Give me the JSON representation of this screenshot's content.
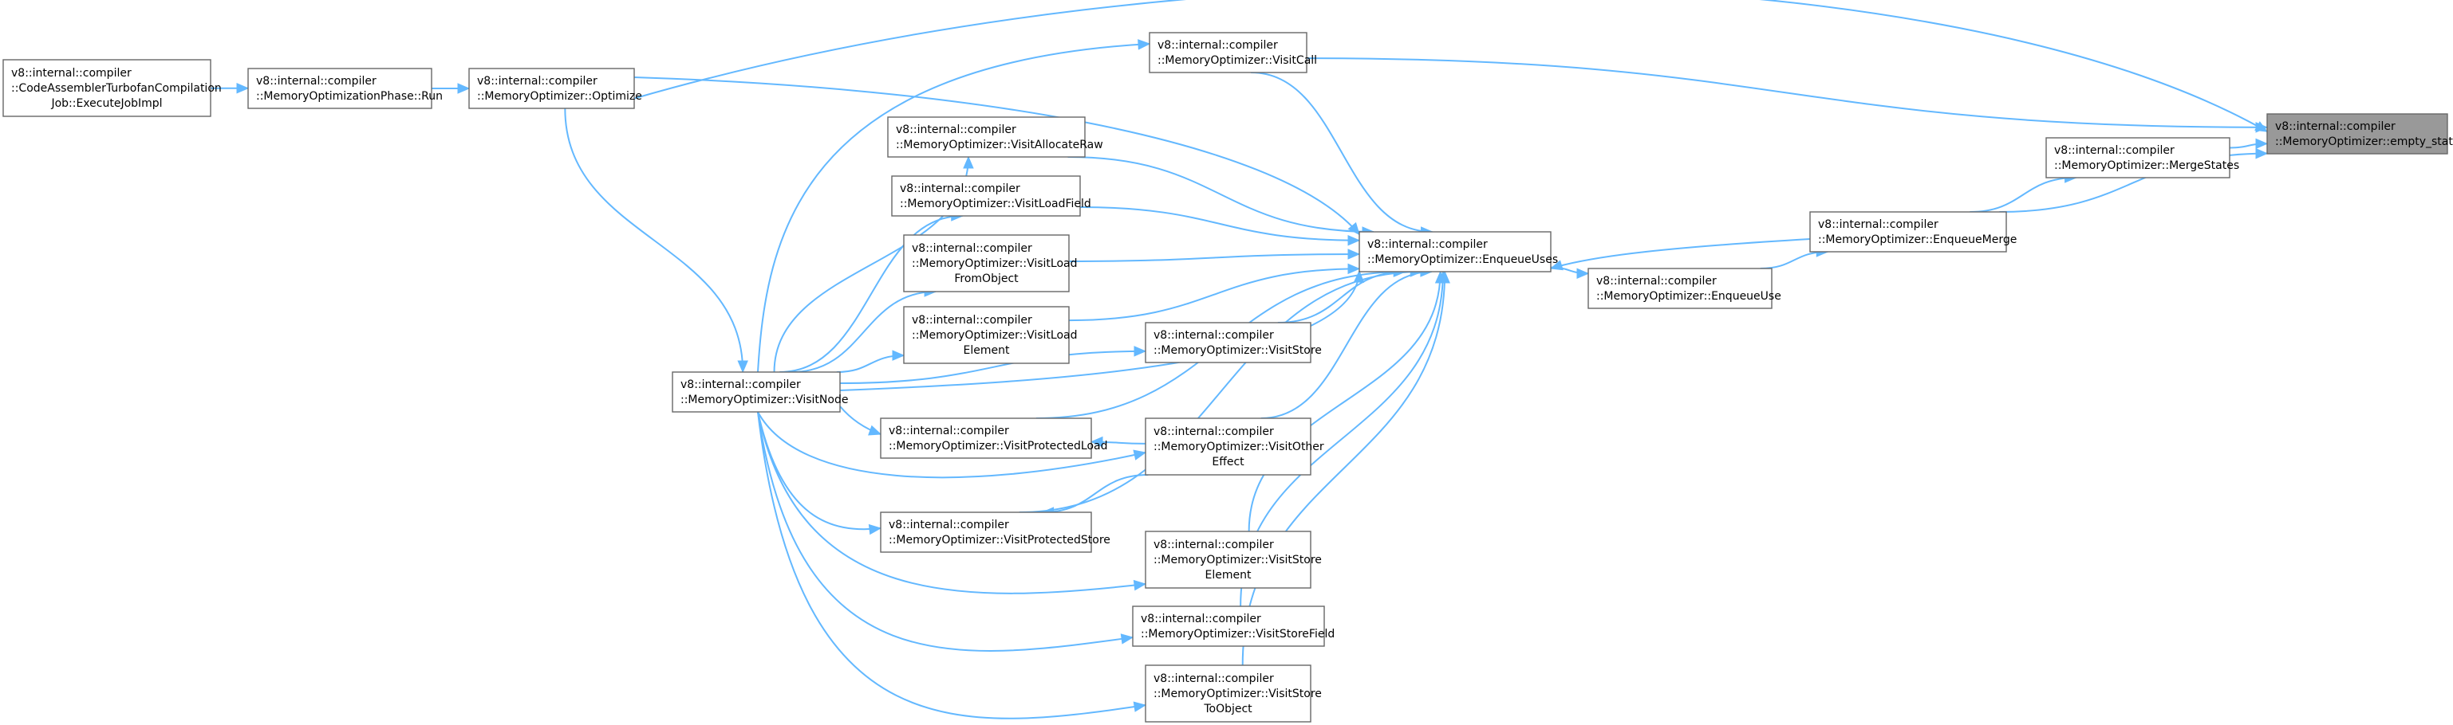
{
  "nodes": {
    "empty_state": {
      "lines": [
        "v8::internal::compiler",
        "::MemoryOptimizer::empty_state"
      ],
      "highlight": true
    },
    "visit_call": {
      "lines": [
        "v8::internal::compiler",
        "::MemoryOptimizer::VisitCall"
      ]
    },
    "merge_states": {
      "lines": [
        "v8::internal::compiler",
        "::MemoryOptimizer::MergeStates"
      ]
    },
    "enqueue_merge": {
      "lines": [
        "v8::internal::compiler",
        "::MemoryOptimizer::EnqueueMerge"
      ]
    },
    "enqueue_use": {
      "lines": [
        "v8::internal::compiler",
        "::MemoryOptimizer::EnqueueUse"
      ]
    },
    "enqueue_uses": {
      "lines": [
        "v8::internal::compiler",
        "::MemoryOptimizer::EnqueueUses"
      ]
    },
    "cat_job": {
      "lines": [
        "v8::internal::compiler",
        "::CodeAssemblerTurbofanCompilation",
        "Job::ExecuteJobImpl"
      ]
    },
    "phase_run": {
      "lines": [
        "v8::internal::compiler",
        "::MemoryOptimizationPhase::Run"
      ]
    },
    "optimize": {
      "lines": [
        "v8::internal::compiler",
        "::MemoryOptimizer::Optimize"
      ]
    },
    "visit_node": {
      "lines": [
        "v8::internal::compiler",
        "::MemoryOptimizer::VisitNode"
      ]
    },
    "visit_allocate_raw": {
      "lines": [
        "v8::internal::compiler",
        "::MemoryOptimizer::VisitAllocateRaw"
      ]
    },
    "visit_load_field": {
      "lines": [
        "v8::internal::compiler",
        "::MemoryOptimizer::VisitLoadField"
      ]
    },
    "visit_load_from_object": {
      "lines": [
        "v8::internal::compiler",
        "::MemoryOptimizer::VisitLoad",
        "FromObject"
      ]
    },
    "visit_load_element": {
      "lines": [
        "v8::internal::compiler",
        "::MemoryOptimizer::VisitLoad",
        "Element"
      ]
    },
    "visit_store": {
      "lines": [
        "v8::internal::compiler",
        "::MemoryOptimizer::VisitStore"
      ]
    },
    "visit_protected_load": {
      "lines": [
        "v8::internal::compiler",
        "::MemoryOptimizer::VisitProtectedLoad"
      ]
    },
    "visit_other_effect": {
      "lines": [
        "v8::internal::compiler",
        "::MemoryOptimizer::VisitOther",
        "Effect"
      ]
    },
    "visit_protected_store": {
      "lines": [
        "v8::internal::compiler",
        "::MemoryOptimizer::VisitProtectedStore"
      ]
    },
    "visit_store_element": {
      "lines": [
        "v8::internal::compiler",
        "::MemoryOptimizer::VisitStore",
        "Element"
      ]
    },
    "visit_store_field": {
      "lines": [
        "v8::internal::compiler",
        "::MemoryOptimizer::VisitStoreField"
      ]
    },
    "visit_store_to_object": {
      "lines": [
        "v8::internal::compiler",
        "::MemoryOptimizer::VisitStore",
        "ToObject"
      ]
    }
  },
  "edges": [
    [
      "visit_call",
      "empty_state"
    ],
    [
      "merge_states",
      "empty_state"
    ],
    [
      "enqueue_merge",
      "empty_state"
    ],
    [
      "optimize",
      "empty_state"
    ],
    [
      "enqueue_merge",
      "merge_states"
    ],
    [
      "enqueue_use",
      "enqueue_merge"
    ],
    [
      "enqueue_uses",
      "enqueue_use"
    ],
    [
      "enqueue_merge",
      "enqueue_uses"
    ],
    [
      "cat_job",
      "phase_run"
    ],
    [
      "phase_run",
      "optimize"
    ],
    [
      "optimize",
      "visit_node"
    ],
    [
      "visit_node",
      "visit_call"
    ],
    [
      "visit_node",
      "visit_allocate_raw"
    ],
    [
      "visit_node",
      "visit_load_field"
    ],
    [
      "visit_node",
      "visit_load_from_object"
    ],
    [
      "visit_node",
      "visit_load_element"
    ],
    [
      "visit_node",
      "visit_store"
    ],
    [
      "visit_node",
      "visit_protected_load"
    ],
    [
      "visit_node",
      "visit_other_effect"
    ],
    [
      "visit_node",
      "visit_protected_store"
    ],
    [
      "visit_node",
      "visit_store_element"
    ],
    [
      "visit_node",
      "visit_store_field"
    ],
    [
      "visit_node",
      "visit_store_to_object"
    ],
    [
      "optimize",
      "enqueue_uses"
    ],
    [
      "visit_call",
      "enqueue_uses"
    ],
    [
      "visit_allocate_raw",
      "enqueue_uses"
    ],
    [
      "visit_load_field",
      "enqueue_uses"
    ],
    [
      "visit_load_from_object",
      "enqueue_uses"
    ],
    [
      "visit_load_element",
      "enqueue_uses"
    ],
    [
      "visit_store",
      "enqueue_uses"
    ],
    [
      "visit_node",
      "enqueue_uses"
    ],
    [
      "visit_protected_load",
      "enqueue_uses"
    ],
    [
      "visit_other_effect",
      "enqueue_uses"
    ],
    [
      "visit_protected_store",
      "enqueue_uses"
    ],
    [
      "visit_store_element",
      "enqueue_uses"
    ],
    [
      "visit_store_field",
      "enqueue_uses"
    ],
    [
      "visit_store_to_object",
      "enqueue_uses"
    ],
    [
      "visit_other_effect",
      "visit_protected_load"
    ],
    [
      "visit_other_effect",
      "visit_protected_store"
    ]
  ],
  "colors": {
    "edge": "#63b8ff",
    "node_border": "#666666",
    "highlight_fill": "#999999"
  }
}
